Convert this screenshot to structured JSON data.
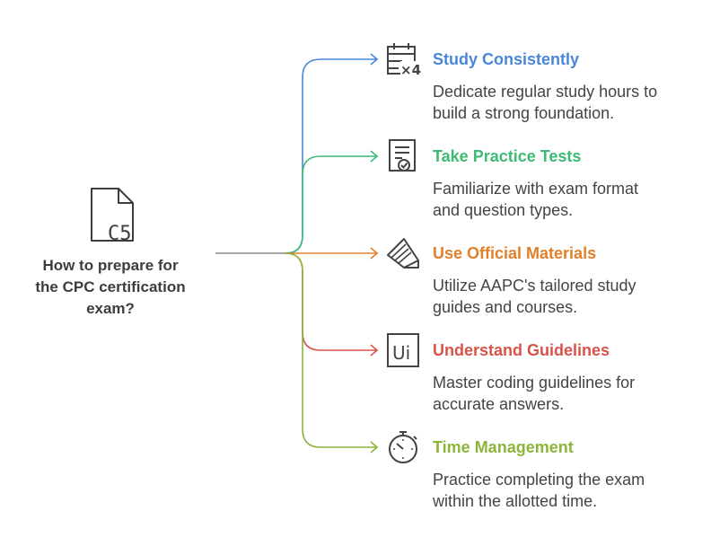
{
  "root": {
    "label_lines": [
      "How to prepare for",
      "the CPC certification",
      "exam?"
    ],
    "icon": "document-c5-icon",
    "icon_text": "C5",
    "color": "#3d3d3d"
  },
  "branches": [
    {
      "title": "Study Consistently",
      "desc_lines": [
        "Dedicate regular study hours to",
        "build a strong foundation."
      ],
      "color": "#4a86d8",
      "icon": "calendar-times-four-icon",
      "icon_text": "×4"
    },
    {
      "title": "Take Practice Tests",
      "desc_lines": [
        "Familiarize with exam format",
        "and question types."
      ],
      "color": "#3dbb74",
      "icon": "certificate-icon"
    },
    {
      "title": "Use Official Materials",
      "desc_lines": [
        "Utilize AAPC's tailored study",
        "guides and courses."
      ],
      "color": "#e0802a",
      "icon": "book-pages-icon"
    },
    {
      "title": "Understand Guidelines",
      "desc_lines": [
        "Master coding guidelines for",
        "accurate answers."
      ],
      "color": "#d9534a",
      "icon": "un-letters-icon",
      "icon_text": "Ui"
    },
    {
      "title": "Time Management",
      "desc_lines": [
        "Practice completing the exam",
        "within the allotted time."
      ],
      "color": "#8cb53a",
      "icon": "stopwatch-icon"
    }
  ]
}
